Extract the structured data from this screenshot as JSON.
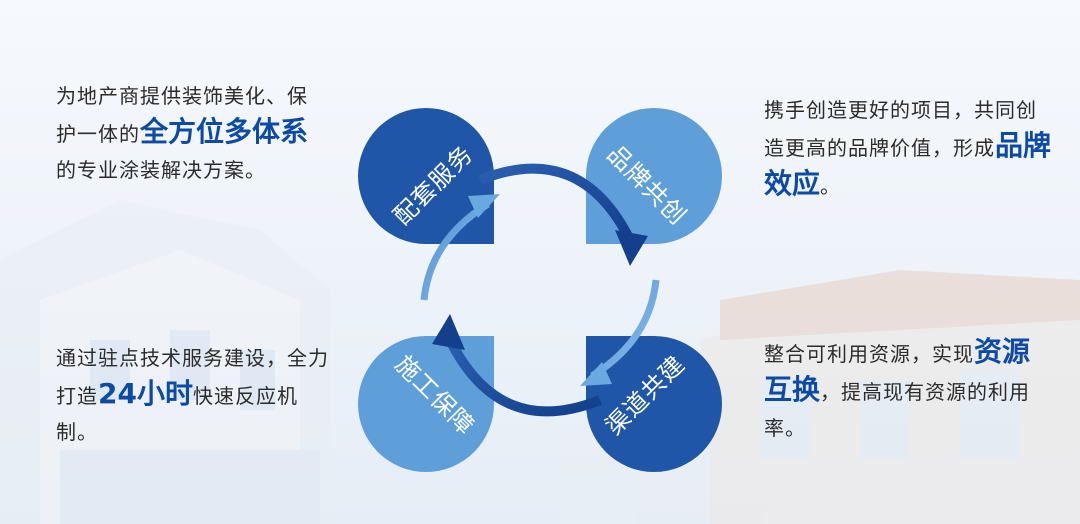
{
  "blocks": {
    "top_left": {
      "pre": "为地产商提供装饰美化、保护一体的",
      "highlight": "全方位多体系",
      "post": "的专业涂装解决方案。"
    },
    "top_right": {
      "pre": "携手创造更好的项目，共同创造更高的品牌价值，形成",
      "highlight": "品牌效应",
      "post": "。"
    },
    "bottom_left": {
      "pre": "通过驻点技术服务建设，全力打造",
      "highlight": "24小时",
      "post": "快速反应机制。"
    },
    "bottom_right": {
      "pre": "整合可利用资源，实现",
      "highlight": "资源互换",
      "post": "，提高现有资源的利用率。"
    }
  },
  "petals": [
    {
      "label": "配套服务",
      "color": "#1f56a8"
    },
    {
      "label": "品牌共创",
      "color": "#5f9fd9"
    },
    {
      "label": "渠道共建",
      "color": "#1f56a8"
    },
    {
      "label": "施工保障",
      "color": "#5f9fd9"
    }
  ],
  "colors": {
    "accent": "#0c4aa6",
    "dark_blue": "#1f56a8",
    "light_blue": "#5f9fd9",
    "arrow_dark": "#1a4fa0",
    "arrow_light": "#6aa8e0"
  }
}
